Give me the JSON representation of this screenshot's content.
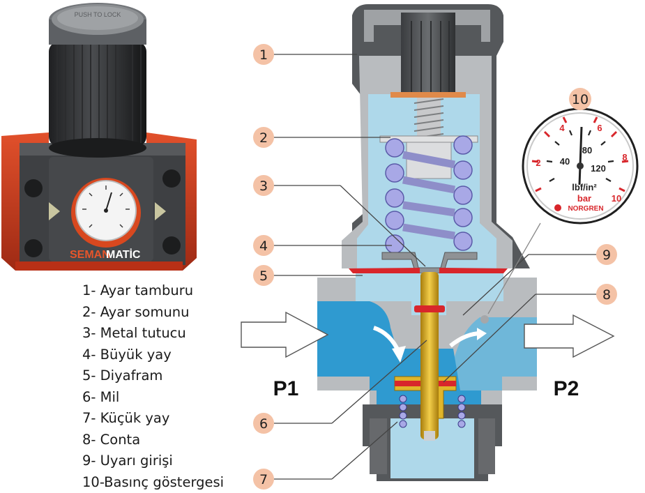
{
  "legend": [
    "1- Ayar tamburu",
    "2- Ayar somunu",
    "3- Metal tutucu",
    "4- Büyük yay",
    "5- Diyafram",
    "6- Mil",
    "7- Küçük yay",
    "8- Conta",
    "9- Uyarı girişi",
    "10-Basınç göstergesi"
  ],
  "callouts": [
    "1",
    "2",
    "3",
    "4",
    "5",
    "6",
    "7",
    "8",
    "9",
    "10"
  ],
  "ports": {
    "inlet": "P1",
    "outlet": "P2"
  },
  "brand": {
    "part1": "SEMAN",
    "part2": "MATİC"
  },
  "gauge": {
    "bar_ticks": [
      "2",
      "4",
      "6",
      "8",
      "10"
    ],
    "psi_ticks": [
      "40",
      "80",
      "120"
    ],
    "unit_psi": "lbf/in²",
    "unit_bar": "bar",
    "maker": "NORGREN"
  },
  "knob_text": "PUSH TO LOCK",
  "colors": {
    "body_grey": "#b9bcbf",
    "dark_grey": "#55585b",
    "chamber_light": "#aed8ea",
    "chamber_blue": "#2f9ad0",
    "spring": "#a8a8e6",
    "diaphragm": "#d8262b",
    "stem": "#d7a81b",
    "callout_bubble": "#f4c2a6",
    "gauge_red": "#d8262b",
    "housing_red": "#c83a20"
  }
}
